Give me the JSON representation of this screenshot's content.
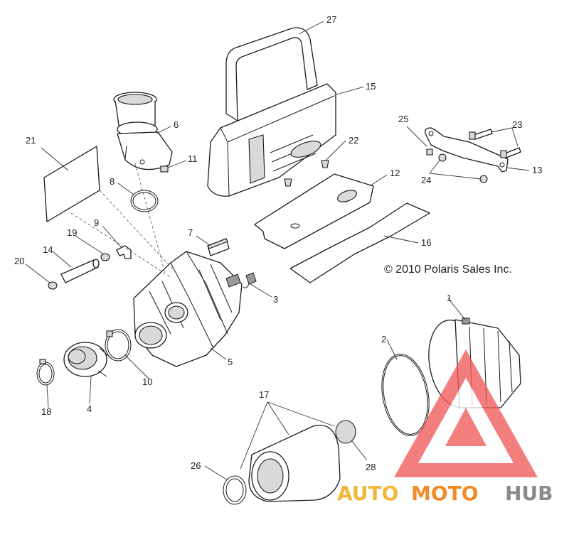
{
  "copyright": "© 2010 Polaris Sales Inc.",
  "watermark": {
    "text_a": "AUTO",
    "text_b": "MOTO",
    "text_c": "HUB",
    "color_a": "#f2b73a",
    "color_b": "#ee8c2a",
    "color_c": "#8a8a8a",
    "triangle_color": "#f05a5a"
  },
  "callouts": [
    "1",
    "2",
    "3",
    "4",
    "5",
    "6",
    "7",
    "8",
    "9",
    "10",
    "11",
    "12",
    "13",
    "14",
    "15",
    "16",
    "17",
    "18",
    "19",
    "20",
    "21",
    "22",
    "23",
    "24",
    "25",
    "26",
    "27",
    "28"
  ]
}
